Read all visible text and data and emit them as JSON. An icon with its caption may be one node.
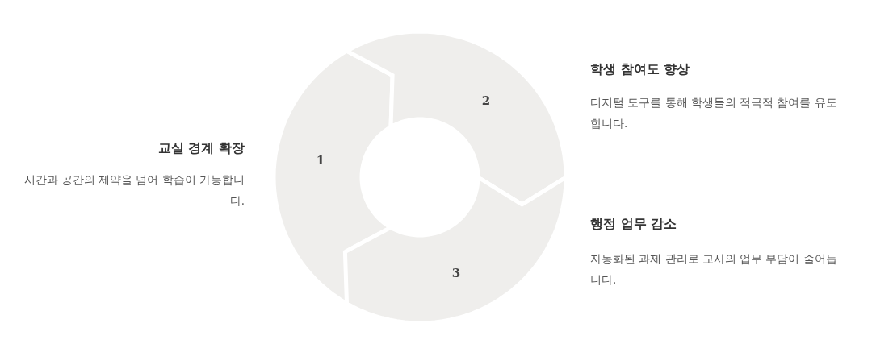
{
  "diagram": {
    "nodes": [
      {
        "text": [
          "1"
        ],
        "beside": [
          "교실 경계 확장",
          "시간과 공간의 제약을 넘어 학습이 가능합니다."
        ]
      },
      {
        "text": [
          "2"
        ],
        "beside": [
          "학생 참여도 향상",
          "디지털 도구를 통해 학생들의 적극적 참여를 유도합니다."
        ]
      },
      {
        "text": [
          "3"
        ],
        "beside": [
          "행정 업무 감소",
          "자동화된 과제 관리로 교사의 업무 부담이 줄어듭니다."
        ]
      }
    ]
  }
}
